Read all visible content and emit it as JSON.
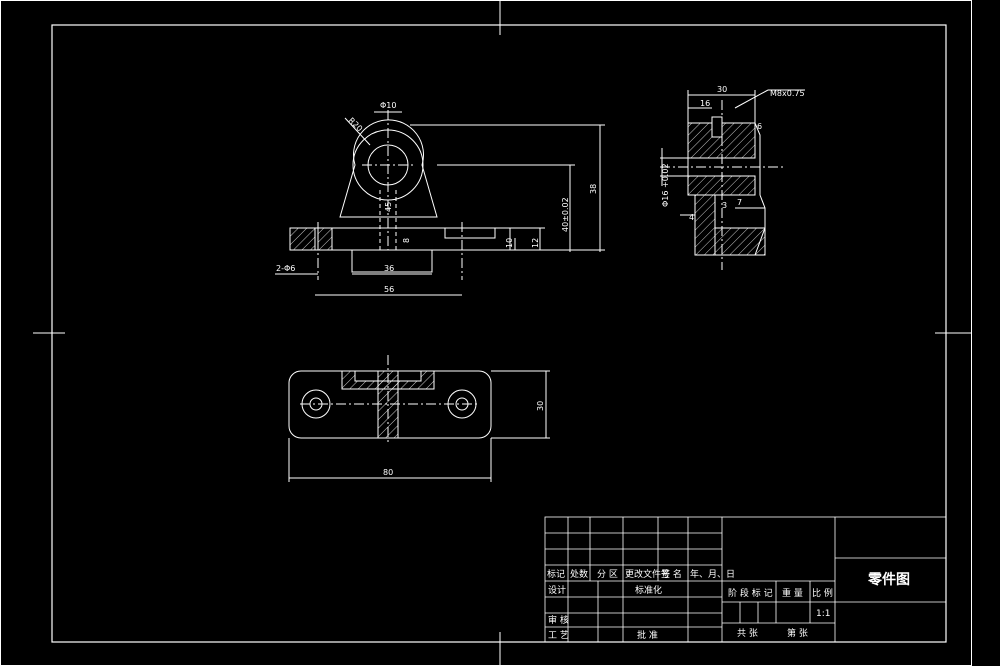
{
  "drawing": {
    "title": "零件图",
    "scale": "1:1"
  },
  "front_view": {
    "dia_hole": "Φ10",
    "radius": "R20",
    "center_mark": "45",
    "slot_depth": "8",
    "height_total": "38",
    "center_height": "40±0.02",
    "base_10": "10",
    "base_12": "12",
    "slot_width": "36",
    "hole_spacing": "56",
    "mounting_holes": "2-Φ6"
  },
  "side_view": {
    "width_30": "30",
    "offset_16": "16",
    "thread": "M8x0.75",
    "bore": "Φ16 +0.02",
    "small_6": "6",
    "small_7": "7",
    "small_4": "4",
    "small_3": "3"
  },
  "top_view": {
    "depth_30": "30",
    "length_80": "80"
  },
  "title_block": {
    "row_headers": [
      "标记",
      "处数",
      "分 区",
      "更改文件号",
      "签 名",
      "年、月、日"
    ],
    "design": "设计",
    "standardize": "标准化",
    "review": "审 核",
    "process": "工 艺",
    "approve": "批 准",
    "stage_mark": "阶 段 标 记",
    "weight": "重 量",
    "ratio": "比 例",
    "total_sheets": "共 张",
    "sheet_no": "第 张"
  }
}
